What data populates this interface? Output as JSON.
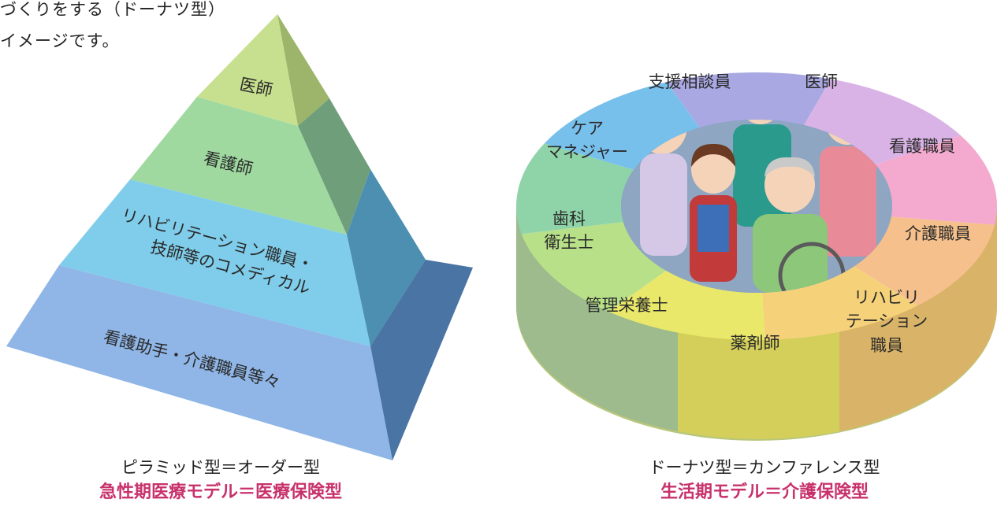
{
  "intro": {
    "line1": "づくりをする（ドーナツ型）",
    "line2": "イメージです。"
  },
  "pyramid": {
    "levels": [
      "医師",
      "看護師",
      "リハビリテーション職員・",
      "技師等のコメディカル",
      "看護助手・介護職員等々"
    ],
    "caption_sub": "ピラミッド型＝オーダー型",
    "caption_main": "急性期医療モデル＝医療保険型",
    "colors": {
      "top": "#c7e08f",
      "second": "#9fd9a0",
      "third": "#7fcdeb",
      "bottom": "#8fb6e6"
    }
  },
  "donut": {
    "segments": [
      "支援相談員",
      "医師",
      "看護職員",
      "介護職員",
      "リハビリ",
      "テーション",
      "職員",
      "薬剤師",
      "管理栄養士",
      "歯科",
      "衛生士",
      "ケア",
      "マネジャー"
    ],
    "caption_sub": "ドーナツ型＝カンファレンス型",
    "caption_main": "生活期モデル＝介護保険型",
    "colors": [
      "#a9a8e2",
      "#d9b3e6",
      "#f4a9cf",
      "#f6c08c",
      "#f5d27a",
      "#e9e86a",
      "#b8e089",
      "#8fd4a8",
      "#78c0ec"
    ]
  }
}
